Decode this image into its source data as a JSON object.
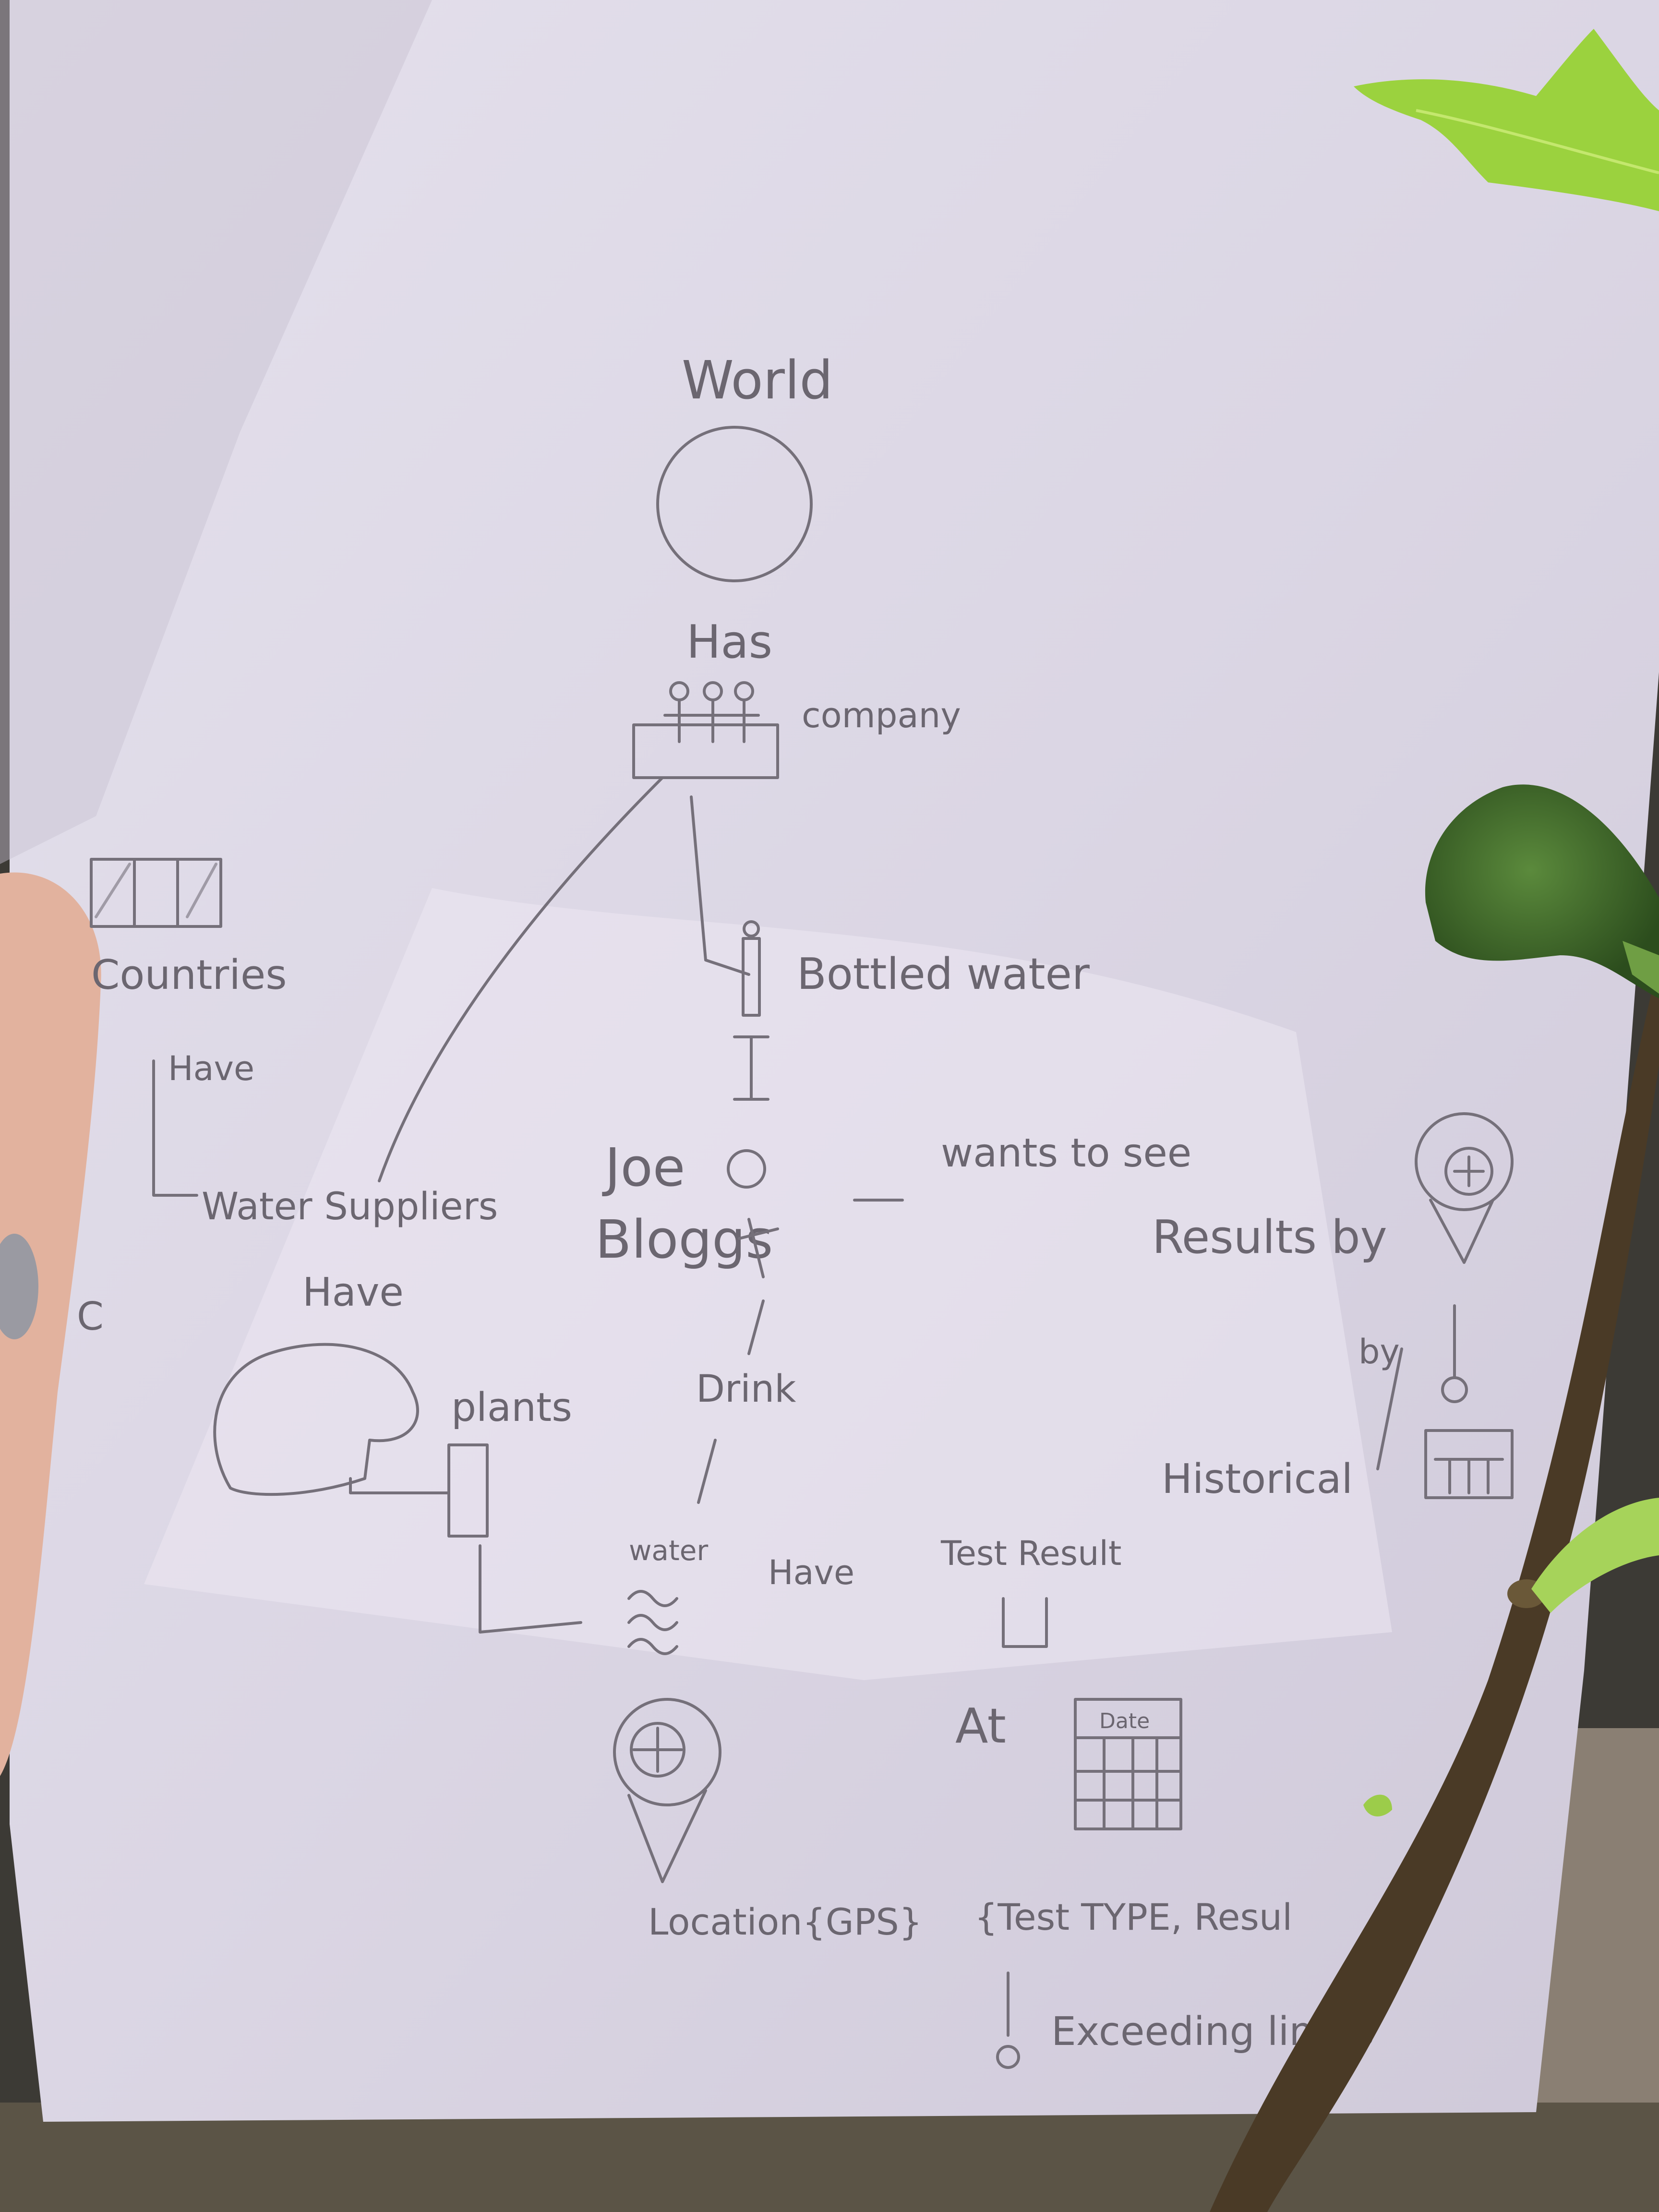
{
  "sketch": {
    "title": "World",
    "has": "Has",
    "company": "company",
    "bottled_water": "Bottled water",
    "countries": "Countries",
    "have_1": "Have",
    "water_suppliers": "Water Suppliers",
    "have_2": "Have",
    "joe": "Joe",
    "bloggs": "Bloggs",
    "wants_to_see": "wants to see",
    "results_by": "Results by",
    "by": "by",
    "historical": "Historical",
    "plants": "plants",
    "drink": "Drink",
    "water": "water",
    "have_3": "Have",
    "test_result": "Test Result",
    "at": "At",
    "date": "Date",
    "location": "Location{GPS}",
    "test_type_result": "{Test TYPE, Resul",
    "exceeding_limits": "Exceeding limits",
    "stray_mark": "C"
  },
  "colors": {
    "paper": "#dcd7e4",
    "pencil": "#6b6670",
    "leaf": "#8fcf3c",
    "fig": "#3f6b2a",
    "branch": "#4a3a26",
    "hand": "#e6b7a4"
  }
}
